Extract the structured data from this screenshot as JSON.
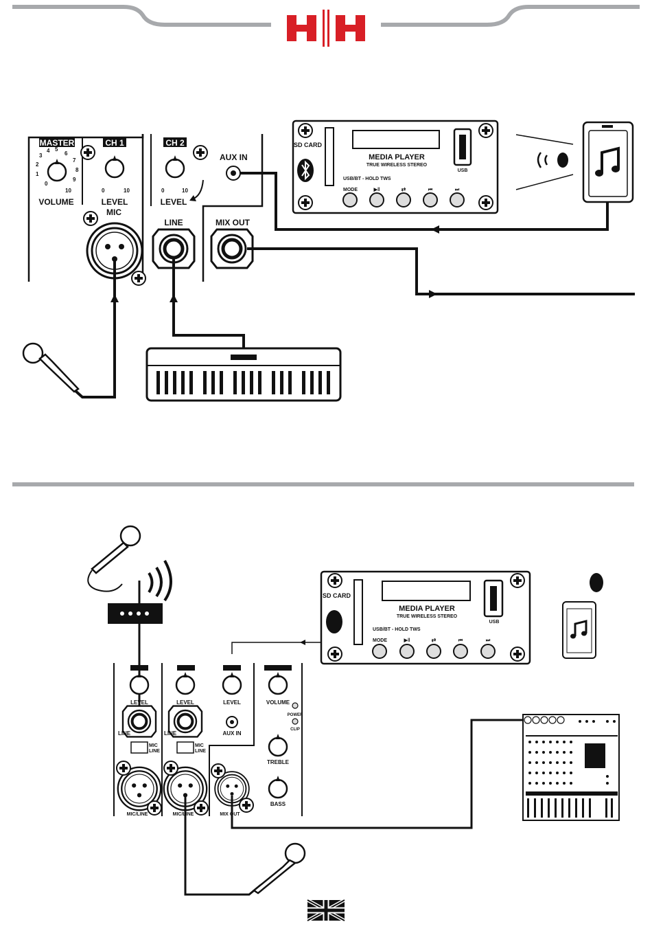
{
  "brand": {
    "logo": "HH",
    "color_logo": "#d81f26",
    "color_rule": "#a7a9ac"
  },
  "top": {
    "master": "MASTER",
    "volume": "VOLUME",
    "ch1": "CH 1",
    "ch1_level": "LEVEL",
    "mic": "MIC",
    "ch2": "CH 2",
    "ch2_level": "LEVEL",
    "line": "LINE",
    "aux_in": "AUX IN",
    "mix_out": "MIX OUT",
    "scale": {
      "s0": "0",
      "s1": "1",
      "s2": "2",
      "s3": "3",
      "s4": "4",
      "s5": "5",
      "s6": "6",
      "s7": "7",
      "s8": "8",
      "s9": "9",
      "s10": "10"
    }
  },
  "media": {
    "sd_card": "SD CARD",
    "title": "MEDIA PLAYER",
    "subtitle": "TRUE WIRELESS STEREO",
    "usb": "USB",
    "hold": "USB/BT - HOLD TWS",
    "mode": "MODE",
    "play": "▶‖",
    "repeat": "⇄",
    "prev": "⏮",
    "next": "⏭"
  },
  "bottom": {
    "level": "LEVEL",
    "line": "LINE",
    "mic": "MIC",
    "line2": "LINE",
    "mic_line": "MIC/LINE",
    "mix_out": "MIX OUT",
    "aux_in": "AUX IN",
    "volume": "VOLUME",
    "power": "POWER",
    "clip": "CLIP",
    "treble": "TREBLE",
    "bass": "BASS"
  },
  "icons": [
    "hh-logo-icon",
    "bluetooth-icon",
    "music-note-icon",
    "microphone-icon",
    "keyboard-icon",
    "wireless-receiver-icon",
    "mixer-icon",
    "uk-flag-icon"
  ]
}
